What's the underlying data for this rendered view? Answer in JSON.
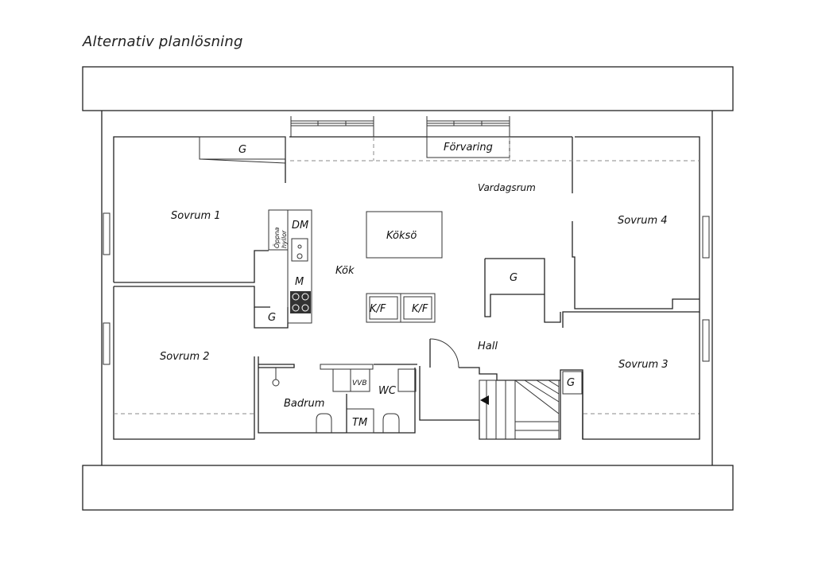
{
  "title": "Alternativ planlösning",
  "rooms": {
    "sovrum1": "Sovrum 1",
    "sovrum2": "Sovrum 2",
    "sovrum3": "Sovrum 3",
    "sovrum4": "Sovrum 4",
    "vardagsrum": "Vardagsrum",
    "kok": "Kök",
    "koksö": "Köksö",
    "hall": "Hall",
    "badrum": "Badrum",
    "wc": "WC",
    "forvaring": "Förvaring"
  },
  "fixtures": {
    "g": "G",
    "dm": "DM",
    "m": "M",
    "kf": "K/F",
    "vvb": "VVB",
    "tm": "TM",
    "oppna_hyllor_1": "Öppna",
    "oppna_hyllor_2": "hyllor"
  }
}
